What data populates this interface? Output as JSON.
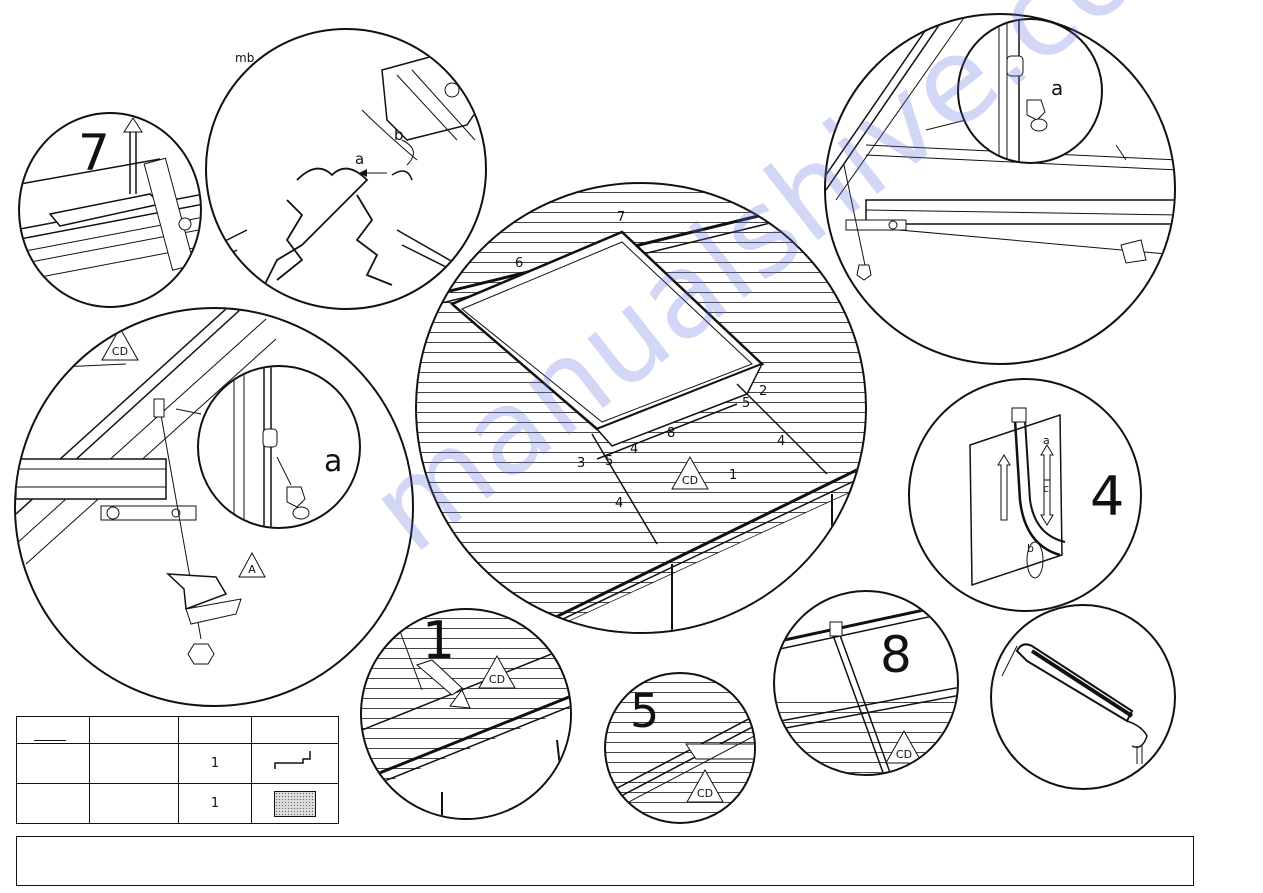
{
  "header": {
    "top_left_text": "mb"
  },
  "steps": {
    "step_7": "7",
    "step_4": "4",
    "step_1": "1",
    "step_5": "5",
    "step_8": "8"
  },
  "callouts": {
    "a_label": "a",
    "b_label": "b",
    "a_large_label": "a",
    "a_large_label_2": "a",
    "A_label": "A",
    "cd_label": "CD"
  },
  "center_numbers": {
    "n1": "1",
    "n2": "2",
    "n3": "3",
    "n4a": "4",
    "n4b": "4",
    "n4c": "4",
    "n5a": "5",
    "n5b": "5",
    "n6": "6",
    "n7": "7",
    "n8": "8"
  },
  "side_panel_labels": {
    "a": "a",
    "b": "b",
    "c": "c",
    "a2": "a"
  },
  "parts_table": {
    "rows": [
      {
        "col1": "",
        "col2": "",
        "qty": "1",
        "icon": "bracket-icon"
      },
      {
        "col1": "",
        "col2": "",
        "qty": "1",
        "icon": "panel-swatch-icon"
      }
    ]
  },
  "watermark": "manualshive.com",
  "note_box": ""
}
